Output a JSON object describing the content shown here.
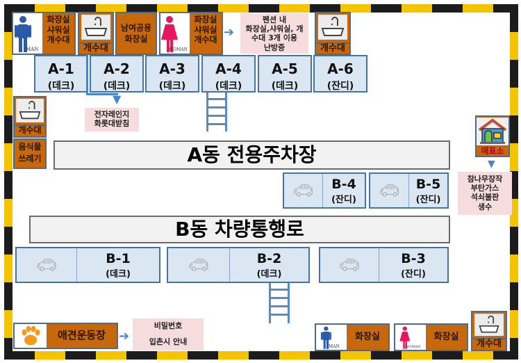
{
  "colors": {
    "hazard_black": "#1c1c1c",
    "hazard_yellow": "#f5c400",
    "facility_orange": "#c8680d",
    "site_fill": "#dbe6f3",
    "site_border": "#4673a5",
    "note_pink": "#f6dcdc",
    "arrow_blue": "#4a86c5",
    "man_blue": "#2d5aa8",
    "woman_pink": "#e8175d"
  },
  "top_facilities": {
    "men_restroom": {
      "icon_label": "MAN",
      "text": [
        "화장실",
        "샤워실",
        "개수대"
      ]
    },
    "sink_1": {
      "label": "개수대"
    },
    "unisex_restroom": {
      "text": [
        "남여공용",
        "화장실"
      ]
    },
    "women_restroom": {
      "icon_label": "WOMAN",
      "text": [
        "화장실",
        "샤워실",
        "개수대"
      ]
    },
    "pension_note": [
      "펜션 내",
      "화장실,샤워실, 개",
      "수대 3개 이용",
      "난방중"
    ],
    "sink_2": {
      "label": "개수대"
    }
  },
  "a_sites": [
    {
      "id": "A-1",
      "type": "(데크)"
    },
    {
      "id": "A-2",
      "type": "(데크)"
    },
    {
      "id": "A-3",
      "type": "(데크)"
    },
    {
      "id": "A-4",
      "type": "(데크)"
    },
    {
      "id": "A-5",
      "type": "(데크)"
    },
    {
      "id": "A-6",
      "type": "(잔디)"
    }
  ],
  "a2_note": [
    "전자레인지",
    "화롯대받침"
  ],
  "left_facilities": {
    "sink": {
      "label": "개수대"
    },
    "food_waste": [
      "음식물",
      "쓰레기"
    ]
  },
  "banners": {
    "a_parking": "A동 전용주차장",
    "b_road": "B동 차량통행로"
  },
  "store": {
    "label": "매표소",
    "note": [
      "참나무장작",
      "부탄가스",
      "석쇠불판",
      "생수"
    ]
  },
  "b_upper_sites": [
    {
      "id": "B-4",
      "type": "(잔디)"
    },
    {
      "id": "B-5",
      "type": "(잔디)"
    }
  ],
  "b_lower_sites": [
    {
      "id": "B-1",
      "type": "(데크)"
    },
    {
      "id": "B-2",
      "type": "(데크)"
    },
    {
      "id": "B-3",
      "type": "(잔디)"
    }
  ],
  "dog_run": {
    "label": "애견운동장",
    "note": [
      "비밀번호",
      "입촌시 안내"
    ]
  },
  "bottom_facilities": {
    "men_restroom": {
      "icon_label": "MAN",
      "text": "화장실"
    },
    "women_restroom": {
      "icon_label": "WOMAN",
      "text": "화장실"
    },
    "sink": {
      "label": "개수대"
    }
  }
}
